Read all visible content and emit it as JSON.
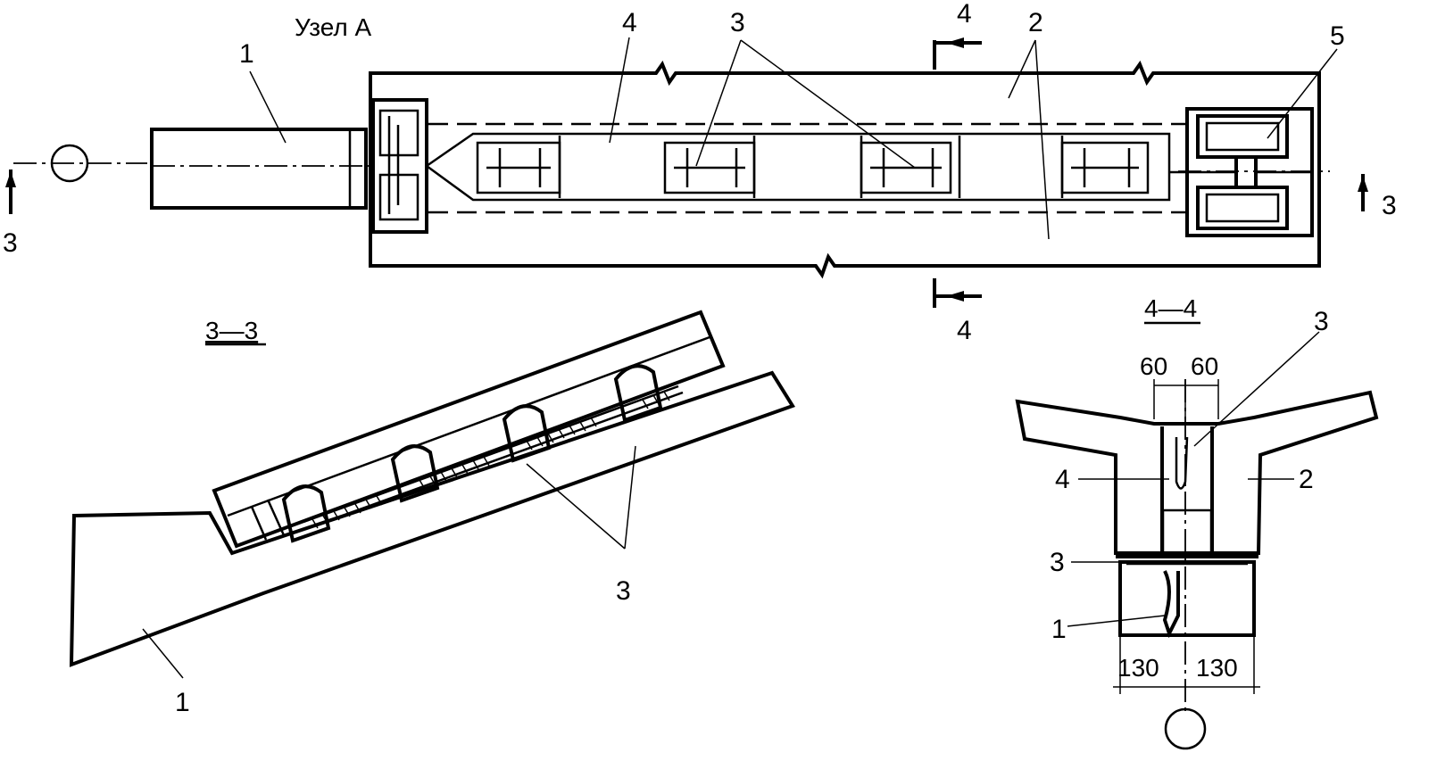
{
  "title": "Узел А",
  "plan": {
    "section_mark_left": "3",
    "section_mark_right": "3",
    "section_mark_top": "4",
    "section_mark_bottom": "4",
    "callouts": {
      "c1": "1",
      "c2": "2",
      "c3": "3",
      "c4": "4",
      "c5": "5"
    }
  },
  "section_3_3": {
    "title": "3—3",
    "callouts": {
      "c1": "1",
      "c3": "3"
    }
  },
  "section_4_4": {
    "title": "4—4",
    "dims": {
      "top_left": "60",
      "top_right": "60",
      "bottom_left": "130",
      "bottom_right": "130"
    },
    "callouts": {
      "c1": "1",
      "c2": "2",
      "c3_top": "3",
      "c3_mid": "3",
      "c4": "4"
    }
  },
  "colors": {
    "ink": "#000000",
    "paper": "#ffffff"
  }
}
